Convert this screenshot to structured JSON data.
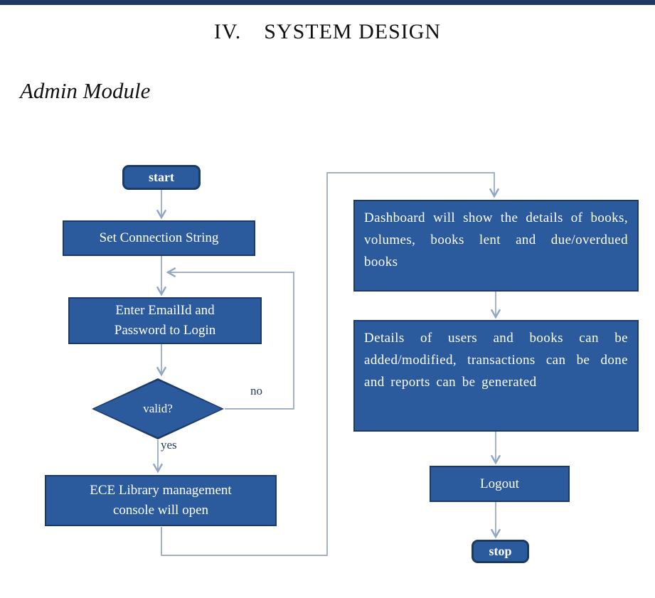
{
  "header": {
    "section_numeral": "IV.",
    "section_title": "SYSTEM DESIGN",
    "subtitle": "Admin Module"
  },
  "flowchart": {
    "nodes": {
      "start": "start",
      "set_connection": "Set Connection String",
      "enter_credentials": "Enter EmailId and\nPassword to Login",
      "valid": "valid?",
      "console": "ECE Library management\nconsole will open",
      "dashboard": "Dashboard will show the details of books, volumes, books lent and due/overdued books",
      "details": "Details of users and books can be added/modified, transactions can be done and reports can be generated",
      "logout": "Logout",
      "stop": "stop"
    },
    "edge_labels": {
      "no": "no",
      "yes": "yes"
    }
  },
  "colors": {
    "top_bar": "#203864",
    "node_fill": "#2b5b9d",
    "node_border": "#1b3a66",
    "node_text": "#ffffff",
    "connector": "#93a5c5"
  }
}
